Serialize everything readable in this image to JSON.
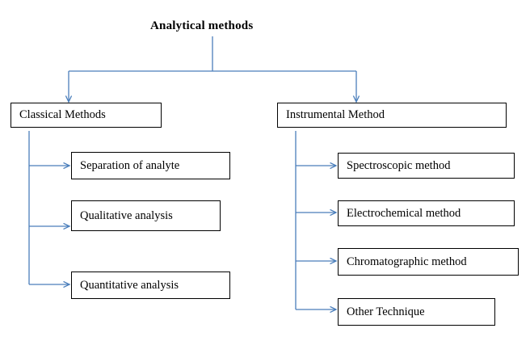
{
  "diagram": {
    "type": "tree-flowchart",
    "title": "Analytical methods",
    "line_color": "#4a7ebb",
    "box_border_color": "#000000",
    "background_color": "#ffffff",
    "root": {
      "label": "Analytical methods"
    },
    "branches": [
      {
        "label": "Classical Methods",
        "children": [
          {
            "label": "Separation of analyte"
          },
          {
            "label": "Qualitative analysis"
          },
          {
            "label": "Quantitative analysis"
          }
        ]
      },
      {
        "label": "Instrumental Method",
        "children": [
          {
            "label": "Spectroscopic method"
          },
          {
            "label": "Electrochemical method"
          },
          {
            "label": "Chromatographic method"
          },
          {
            "label": "Other Technique"
          }
        ]
      }
    ]
  }
}
